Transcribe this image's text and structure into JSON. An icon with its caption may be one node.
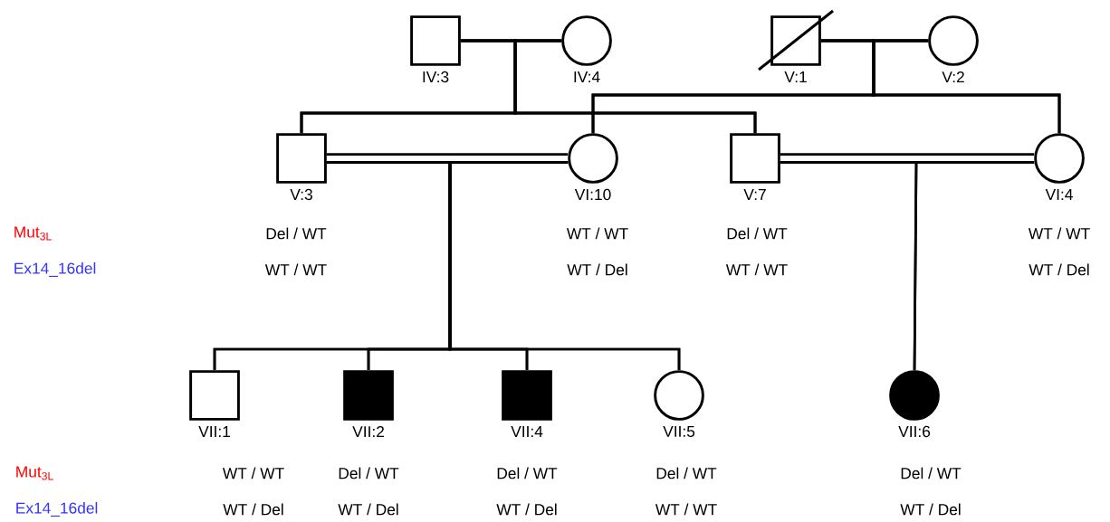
{
  "diagram": {
    "nodes": [
      {
        "text": [],
        "shape": "box",
        "beside": [
          "IV:3"
        ]
      },
      {
        "text": [],
        "shape": "circle",
        "beside": [
          "IV:4"
        ]
      },
      {
        "text": [],
        "shape": "box",
        "beside": [
          "V:1"
        ]
      },
      {
        "text": [],
        "shape": "circle",
        "beside": [
          "V:2"
        ]
      },
      {
        "text": [],
        "shape": "box",
        "beside": [
          "V:3",
          "Del / WT",
          "WT / WT"
        ]
      },
      {
        "text": [],
        "shape": "circle",
        "beside": [
          "VI:10",
          "WT / WT",
          "WT / Del"
        ]
      },
      {
        "text": [],
        "shape": "box",
        "beside": [
          "V:7",
          "Del / WT",
          "WT / WT"
        ]
      },
      {
        "text": [],
        "shape": "circle",
        "beside": [
          "VI:4",
          "WT / WT",
          "WT / Del"
        ]
      },
      {
        "text": [],
        "shape": "box",
        "beside": [
          "VII:1",
          "WT / WT",
          "WT / Del"
        ]
      },
      {
        "text": [],
        "shape": "box",
        "beside": [
          "VII:2",
          "Del / WT",
          "WT / Del"
        ]
      },
      {
        "text": [],
        "shape": "box",
        "beside": [
          "VII:4",
          "Del / WT",
          "WT / Del"
        ]
      },
      {
        "text": [],
        "shape": "circle",
        "beside": [
          "VII:5",
          "Del / WT",
          "WT / WT"
        ]
      },
      {
        "text": [],
        "shape": "circle",
        "beside": [
          "VII:6",
          "Del / WT",
          "WT / Del"
        ]
      }
    ],
    "edges": [
      {
        "from": 0,
        "to": 1,
        "arrow": "none"
      },
      {
        "from": 2,
        "to": 3,
        "arrow": "none"
      },
      {
        "from": 4,
        "to": 5,
        "arrow": "none",
        "style": "thick"
      },
      {
        "from": 6,
        "to": 7,
        "arrow": "none",
        "style": "thick"
      },
      {
        "from": 0,
        "to": 4,
        "arrow": "none"
      },
      {
        "from": 1,
        "to": 4,
        "arrow": "none"
      },
      {
        "from": 0,
        "to": 6,
        "arrow": "none"
      },
      {
        "from": 1,
        "to": 6,
        "arrow": "none"
      },
      {
        "from": 2,
        "to": 5,
        "arrow": "none"
      },
      {
        "from": 3,
        "to": 5,
        "arrow": "none"
      },
      {
        "from": 2,
        "to": 7,
        "arrow": "none"
      },
      {
        "from": 3,
        "to": 7,
        "arrow": "none"
      },
      {
        "from": 4,
        "to": 8,
        "arrow": "none"
      },
      {
        "from": 5,
        "to": 8,
        "arrow": "none"
      },
      {
        "from": 4,
        "to": 9,
        "arrow": "none"
      },
      {
        "from": 5,
        "to": 9,
        "arrow": "none"
      },
      {
        "from": 4,
        "to": 10,
        "arrow": "none"
      },
      {
        "from": 5,
        "to": 10,
        "arrow": "none"
      },
      {
        "from": 4,
        "to": 11,
        "arrow": "none"
      },
      {
        "from": 5,
        "to": 11,
        "arrow": "none"
      },
      {
        "from": 6,
        "to": 12,
        "arrow": "none"
      },
      {
        "from": 7,
        "to": 12,
        "arrow": "none"
      }
    ],
    "labels": [
      "Mut$_{3L}$",
      "Ex14_16del",
      "Mut$_{3L}$",
      "Ex14_16del"
    ]
  }
}
